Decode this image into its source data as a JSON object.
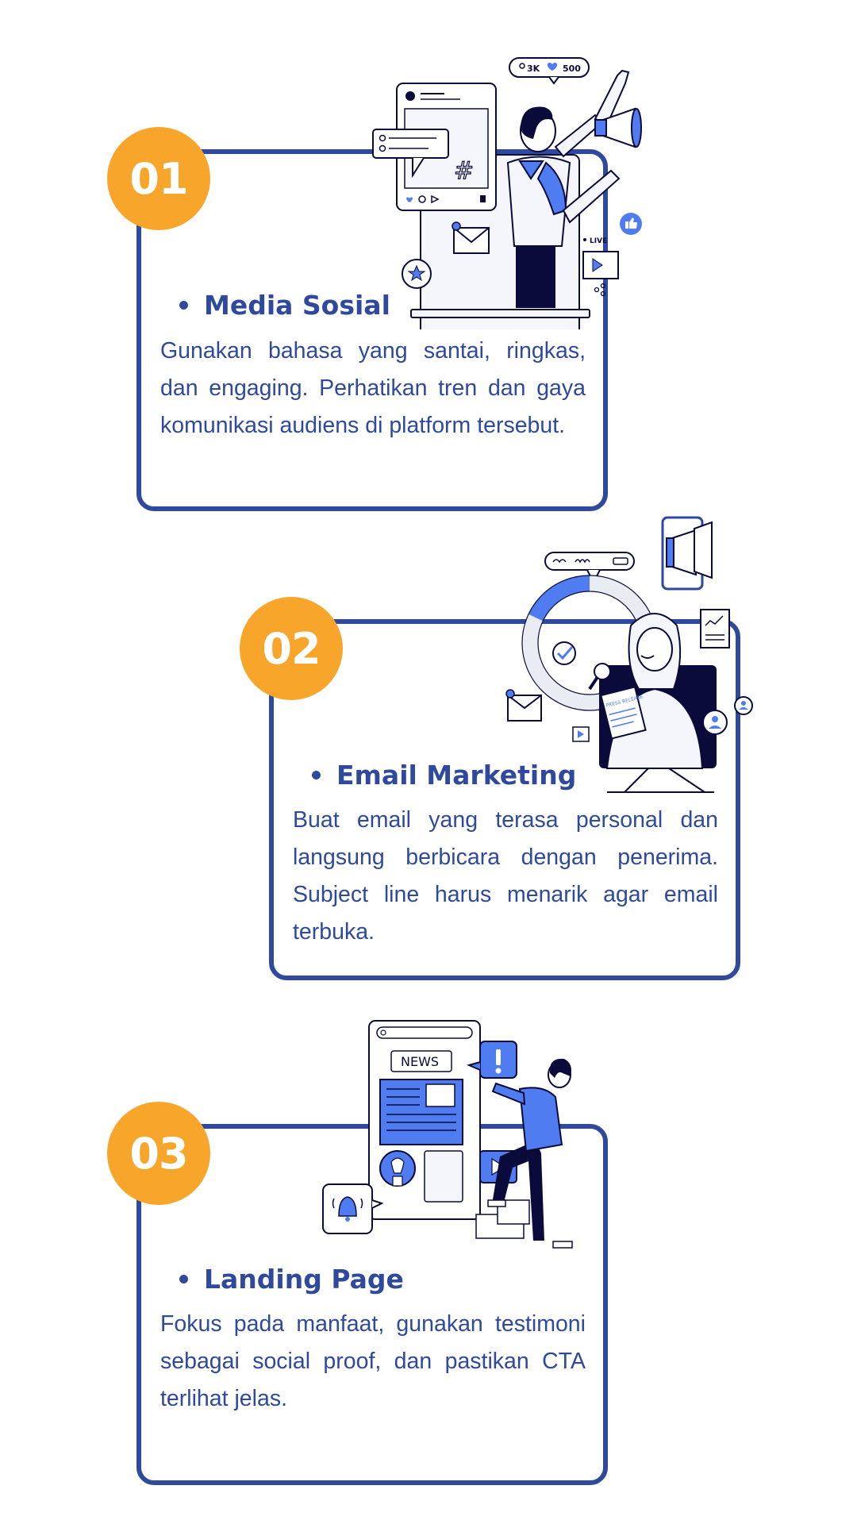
{
  "items": [
    {
      "number": "01",
      "title": "Media Sosial",
      "text": "Gunakan bahasa yang santai, ringkas, dan engaging. Perhatikan tren dan gaya komunikasi audiens di platform tersebut.",
      "illustration": "social-media-megaphone-illustration"
    },
    {
      "number": "02",
      "title": "Email Marketing",
      "text": "Buat email yang terasa personal dan langsung berbicara dengan penerima. Subject line harus menarik agar email terbuka.",
      "illustration": "email-marketing-press-release-illustration"
    },
    {
      "number": "03",
      "title": "Landing Page",
      "text": "Fokus pada manfaat, gunakan testimoni sebagai social proof, dan pastikan CTA terlihat jelas.",
      "illustration": "landing-page-news-illustration"
    }
  ],
  "social_stats": {
    "followers": "3K",
    "likes": "500",
    "live": "LIVE"
  },
  "news_label": "NEWS",
  "press_label": "PRESS RELEASE",
  "colors": {
    "navy": "#2f4a9c",
    "orange": "#f8a62b",
    "accent_blue": "#4f7cf0",
    "dark": "#0b0b3b"
  }
}
